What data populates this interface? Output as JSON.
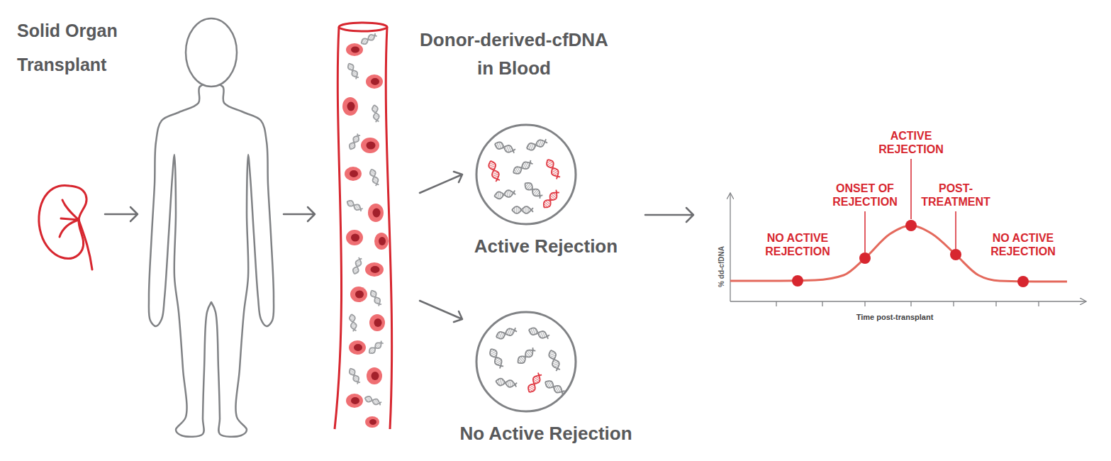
{
  "diagram": {
    "nodes": [
      {
        "text": [
          "Active Rejection"
        ]
      },
      {
        "text": [
          "No Active Rejection"
        ]
      }
    ],
    "labels": [
      "Solid Organ Transplant",
      "Donor-derived-cfDNA in Blood",
      "% dd-cfDNA",
      "Time post-transplant",
      "NO ACTIVE REJECTION",
      "ONSET OF REJECTION",
      "ACTIVE REJECTION",
      "POST-TREATMENT",
      "NO ACTIVE REJECTION"
    ]
  }
}
